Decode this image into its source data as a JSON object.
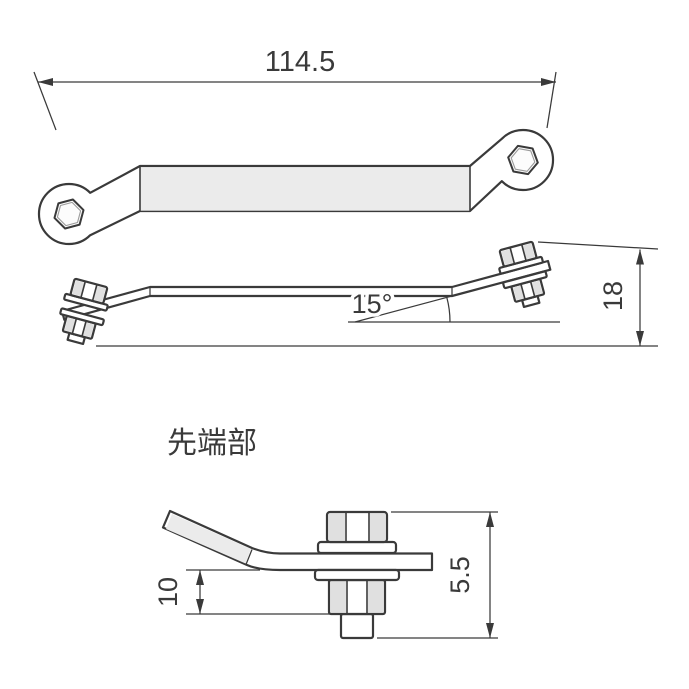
{
  "section_label": "先端部",
  "dimensions": {
    "overall_length": "114.5",
    "bend_angle": "15°",
    "end_offset_height": "18",
    "tip_clearance": "10",
    "tip_height": "5.5"
  },
  "colors": {
    "line": "#3a3a3a",
    "fill_light": "#ebebeb",
    "fill_mid": "#e0e0e0",
    "bg": "#ffffff"
  }
}
